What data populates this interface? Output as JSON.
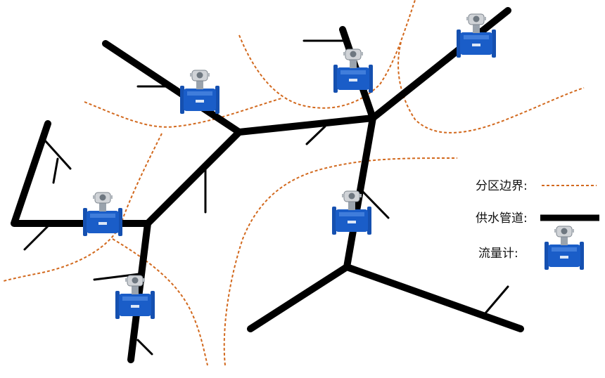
{
  "diagram": {
    "colors": {
      "pipe": "#000000",
      "boundary": "#d2691e",
      "meter_body": "#1a5dc8",
      "meter_head": "#c8c8c8"
    },
    "legend": [
      {
        "label": "分区边界:",
        "symbol": "dashed-boundary-line"
      },
      {
        "label": "供水管道:",
        "symbol": "thick-pipe-line"
      },
      {
        "label": "流量计:",
        "symbol": "flow-meter-icon"
      }
    ]
  }
}
